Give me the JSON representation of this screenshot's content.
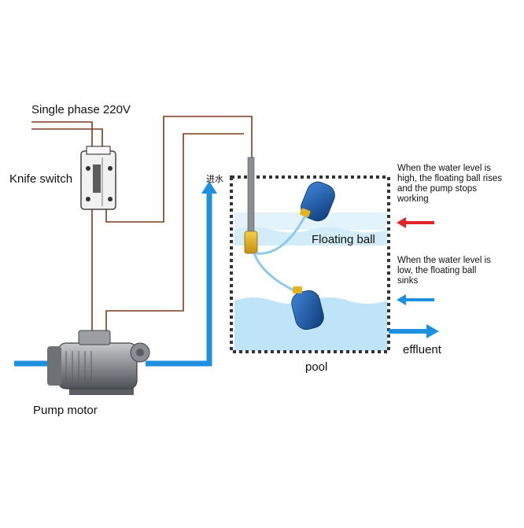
{
  "labels": {
    "power": "Single phase 220V",
    "knife_switch": "Knife switch",
    "pump_motor": "Pump motor",
    "floating_ball": "Floating ball",
    "pool": "pool",
    "effluent": "effluent",
    "inlet": "进水",
    "high_note": "When the water level is high, the floating ball rises and the pump stops working",
    "low_note": "When the water level is low, the floating ball sinks"
  },
  "colors": {
    "wire": "#7a3b1e",
    "pipe": "#1f8fe0",
    "pool_water": "#bfe4f7",
    "tank_border": "#333333",
    "float_ball": "#1d5fb4",
    "float_ball_dark": "#0f3f82",
    "float_cap": "#e2b21f",
    "float_cable": "#8cc9ea",
    "arrow_red": "#e1242a",
    "arrow_blue": "#1f8fe0",
    "motor_body": "#8a8d91"
  },
  "icons": {
    "knife_switch": "knife-switch-icon",
    "pump_motor": "pump-motor-icon",
    "float_switch": "float-switch-icon"
  }
}
